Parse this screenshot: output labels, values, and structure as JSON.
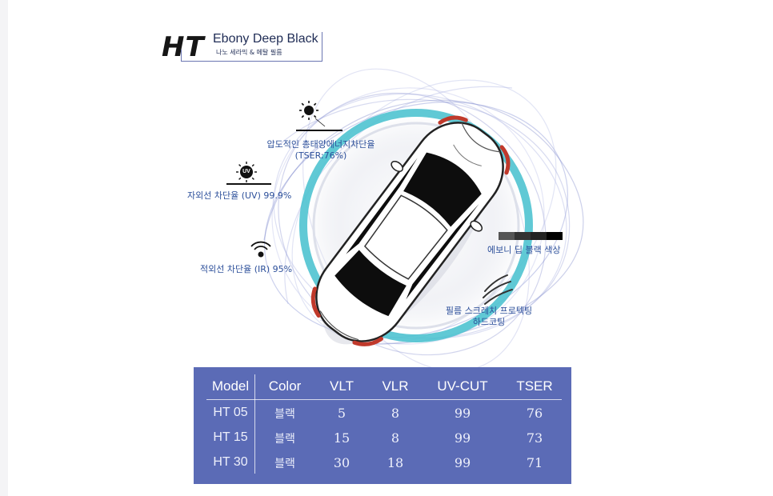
{
  "header": {
    "logo": "HT",
    "product_name": "Ebony Deep Black",
    "subtitle": "나노 세라믹 & 메탈 필름"
  },
  "features": {
    "tser": {
      "line1": "압도적인 총태양에너지차단율",
      "line2": "(TSER:76%)",
      "icon": "sun-icon"
    },
    "uv": {
      "text": "자외선 차단율 (UV) 99.9%",
      "icon": "uv-sun-icon"
    },
    "ir": {
      "text": "적외선 차단율 (IR) 95%",
      "icon": "infrared-wave-icon"
    },
    "color": {
      "text": "에보니 딥 블랙 색상",
      "icon": "color-swatch-icon"
    },
    "scratch": {
      "line1": "필름 스크레치 프로텍팅",
      "line2": "하드코팅",
      "icon": "claw-scratch-icon"
    }
  },
  "uv_icon_text": "UV",
  "colors": {
    "table_bg": "#5b6bb6",
    "label_text": "#2c4f9a",
    "ring": "#4fc3d0",
    "swatches": [
      "#555555",
      "#333333",
      "#222222",
      "#000000"
    ]
  },
  "spec_table": {
    "headers": [
      "Model",
      "Color",
      "VLT",
      "VLR",
      "UV-CUT",
      "TSER"
    ],
    "rows": [
      {
        "model": "HT 05",
        "color": "블랙",
        "vlt": "5",
        "vlr": "8",
        "uvcut": "99",
        "tser": "76"
      },
      {
        "model": "HT 15",
        "color": "블랙",
        "vlt": "15",
        "vlr": "8",
        "uvcut": "99",
        "tser": "73"
      },
      {
        "model": "HT 30",
        "color": "블랙",
        "vlt": "30",
        "vlr": "18",
        "uvcut": "99",
        "tser": "71"
      }
    ]
  }
}
